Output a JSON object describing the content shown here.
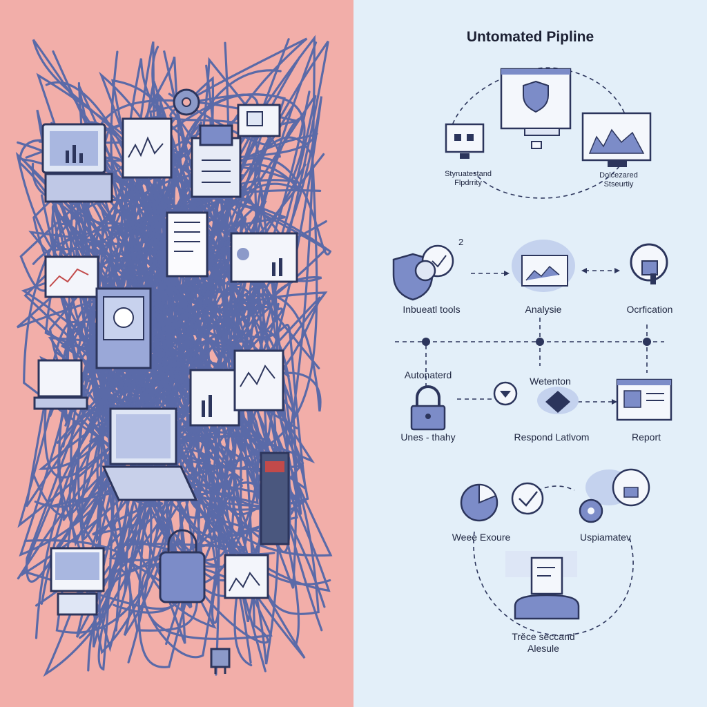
{
  "title": "Untomated Pipline",
  "labels": {
    "top_left": [
      "Styruatestand",
      "Flpdrrity"
    ],
    "top_right": [
      "Dolcezared",
      "Stseurtiy"
    ],
    "row1_left": "Inbueatl tools",
    "row1_mid": "Analysie",
    "row1_right": "Ocrfication",
    "row2_left_top": "Autonaterd",
    "row2_left_bottom": "Unes - thahy",
    "row2_mid_top": "Wetenton",
    "row2_mid_bottom": "Respond Latlvom",
    "row2_right": "Report",
    "row3_left": "Weee Exoure",
    "row3_right": "Uspiamatev",
    "bottom": [
      "Trěce seccand",
      "Alesule"
    ],
    "superscript": "2"
  },
  "colors": {
    "left_bg": "#f2aea9",
    "right_bg": "#e3eff9",
    "cable": "#5a6aa8",
    "ink": "#1f2640",
    "accent": "#7c8cc8"
  }
}
